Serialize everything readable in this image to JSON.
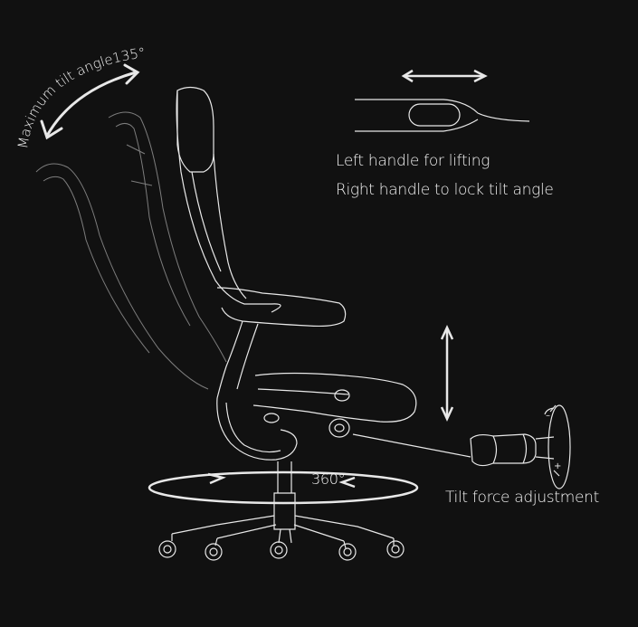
{
  "labels": {
    "max_tilt": "Maximum tilt angle135°",
    "left_handle": "Left handle for lifting",
    "right_handle": "Right handle to lock tilt angle",
    "rotation": "360°",
    "tilt_force": "Tilt force adjustment"
  },
  "colors": {
    "background": "#111111",
    "line": "#e8e8e8",
    "ghost_line": "#8a8a8a",
    "text": "#f2f2f2"
  }
}
